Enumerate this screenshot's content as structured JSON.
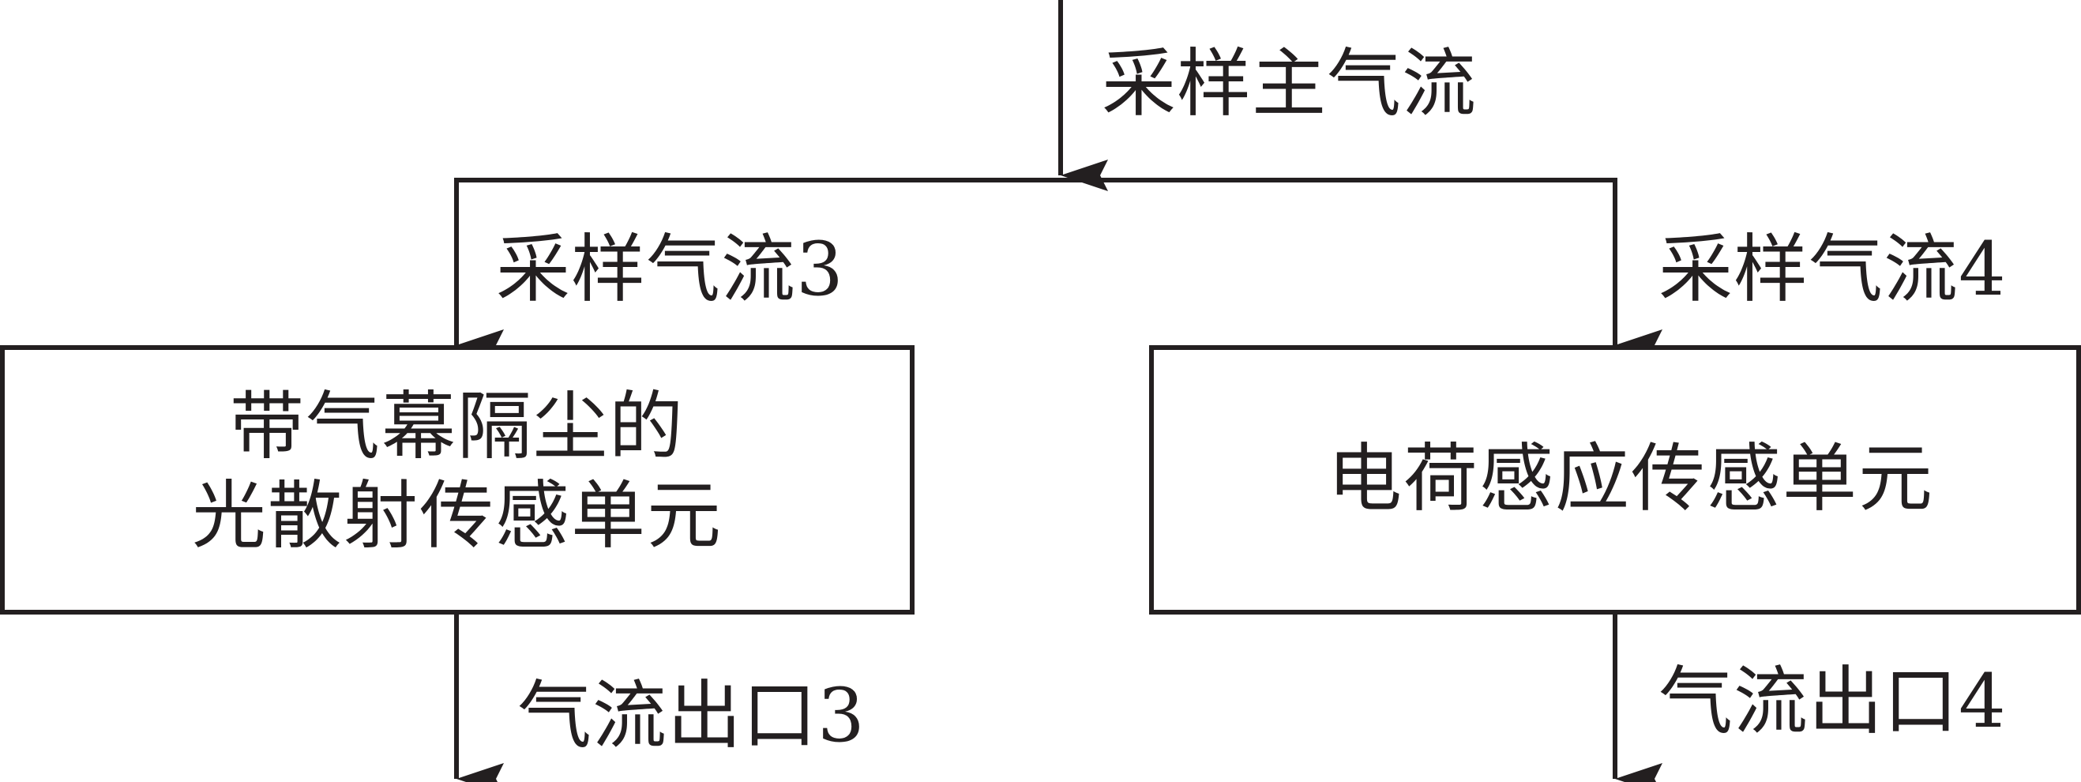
{
  "labels": {
    "main_flow": "采样主气流",
    "flow_3": "采样气流3",
    "flow_4": "采样气流4",
    "outlet_3": "气流出口3",
    "outlet_4": "气流出口4"
  },
  "boxes": {
    "left_line1": "带气幕隔尘的",
    "left_line2": "光散射传感单元",
    "right": "电荷感应传感单元"
  },
  "colors": {
    "stroke": "#231f20",
    "background": "#ffffff"
  }
}
